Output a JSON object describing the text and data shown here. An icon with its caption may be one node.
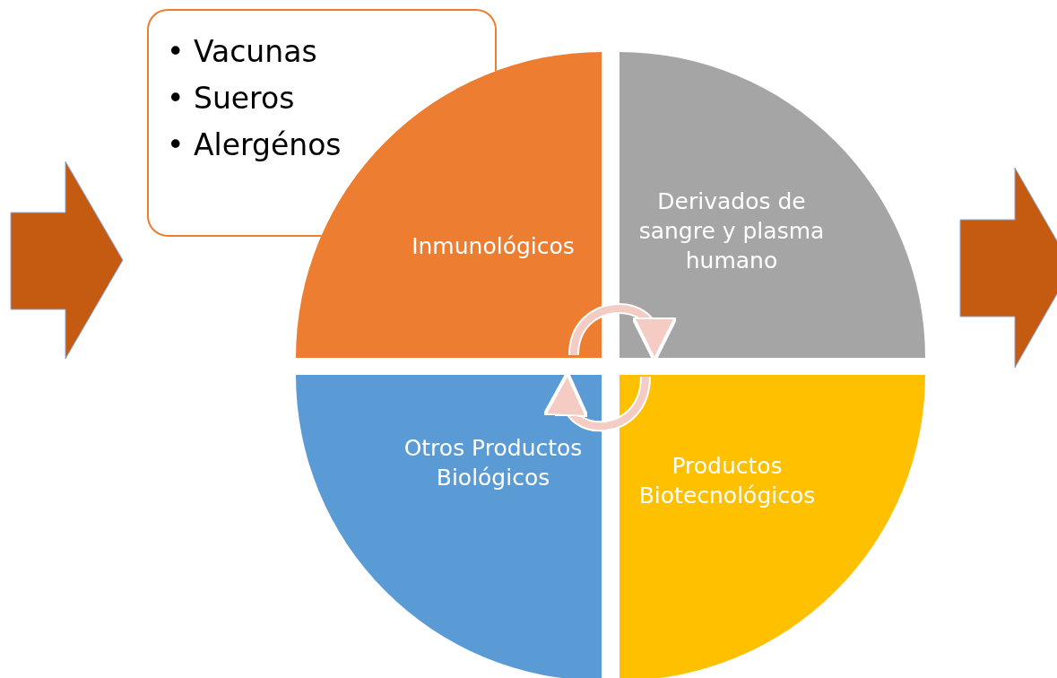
{
  "diagram": {
    "nodes": [
      {
        "text": [
          "• Vacunas",
          "• Sueros",
          "• Alergénos"
        ]
      },
      {
        "text": [
          "Inmunológicos"
        ]
      },
      {
        "text": [
          "Derivados de sangre y plasma humano"
        ]
      },
      {
        "text": [
          "Otros Productos Biológicos"
        ]
      },
      {
        "text": [
          "Productos Biotecnológicos"
        ]
      }
    ],
    "edges": [
      {
        "from": 1,
        "to": 2,
        "arrow": "to"
      },
      {
        "from": 4,
        "to": 3,
        "arrow": "to"
      }
    ]
  }
}
